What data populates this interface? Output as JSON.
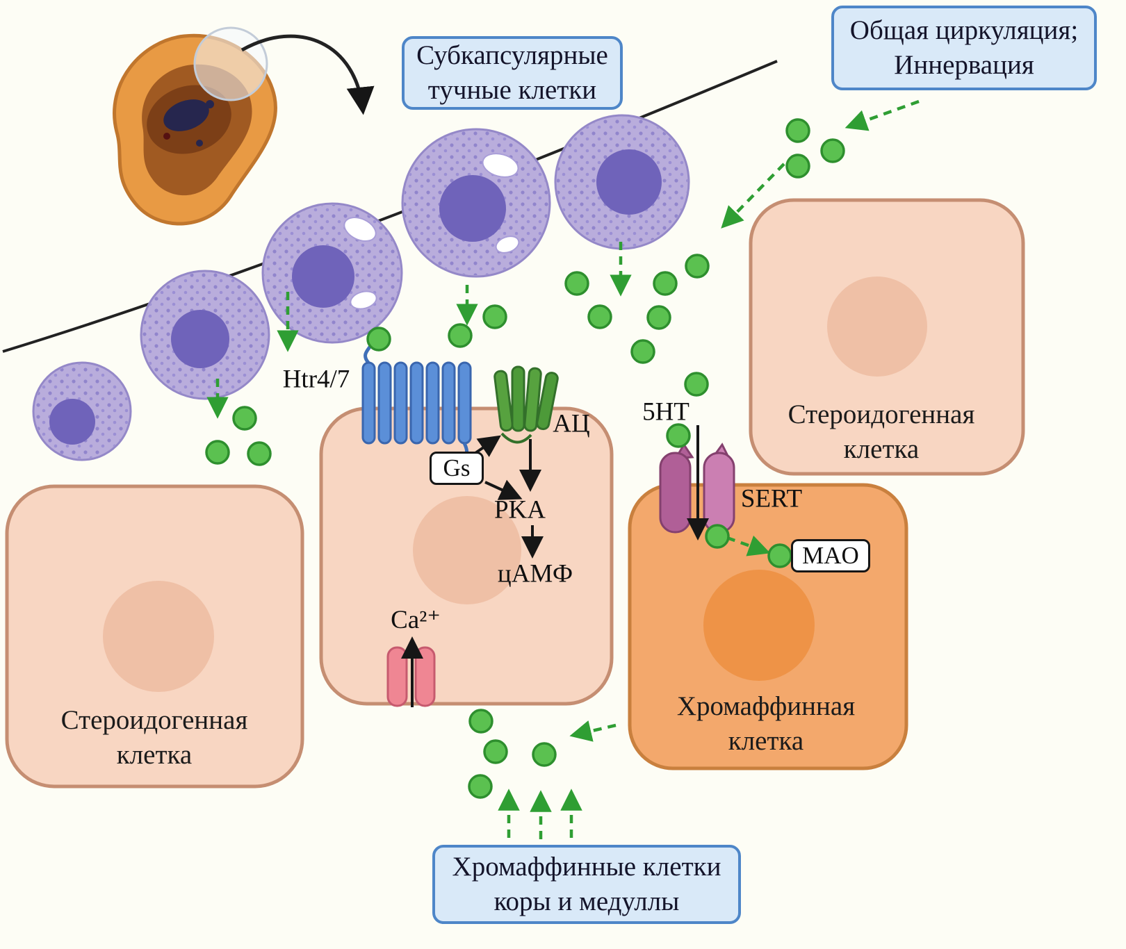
{
  "callouts": {
    "mast_cells": "Субкапсулярные\nтучные клетки",
    "circulation": "Общая циркуляция;\nИннервация",
    "chromaffin_source": "Хромаффинные клетки\nкоры и медуллы"
  },
  "cells": {
    "steroidogenic_left": "Стероидогенная\nклетка",
    "steroidogenic_right": "Стероидогенная\nклетка",
    "chromaffin": "Хромаффинная\nклетка"
  },
  "molecules": {
    "receptor": "Htr4/7",
    "adenylyl_cyclase": "АЦ",
    "g_protein": "Gs",
    "pka": "PKA",
    "camp": "цАМФ",
    "calcium": "Ca²⁺",
    "serotonin": "5HT",
    "sert": "SERT",
    "mao": "MAO"
  },
  "colors": {
    "steroidogenic_fill": "#f8d6c2",
    "steroidogenic_border": "#c58e72",
    "chromaffin_fill": "#f3a86c",
    "chromaffin_border": "#c9803e",
    "mast_cell_fill": "#b9addc",
    "mast_cell_nucleus": "#6f63ba",
    "serotonin_dot": "#5bc150",
    "green_arrow": "#2f9e33",
    "callout_fill": "#d9e9f8",
    "callout_border": "#4e86c8",
    "receptor_blue": "#5b8fd8",
    "cyclase_green": "#4d9a39",
    "sert_purple": "#b05f97",
    "channel_pink": "#ef8693"
  }
}
